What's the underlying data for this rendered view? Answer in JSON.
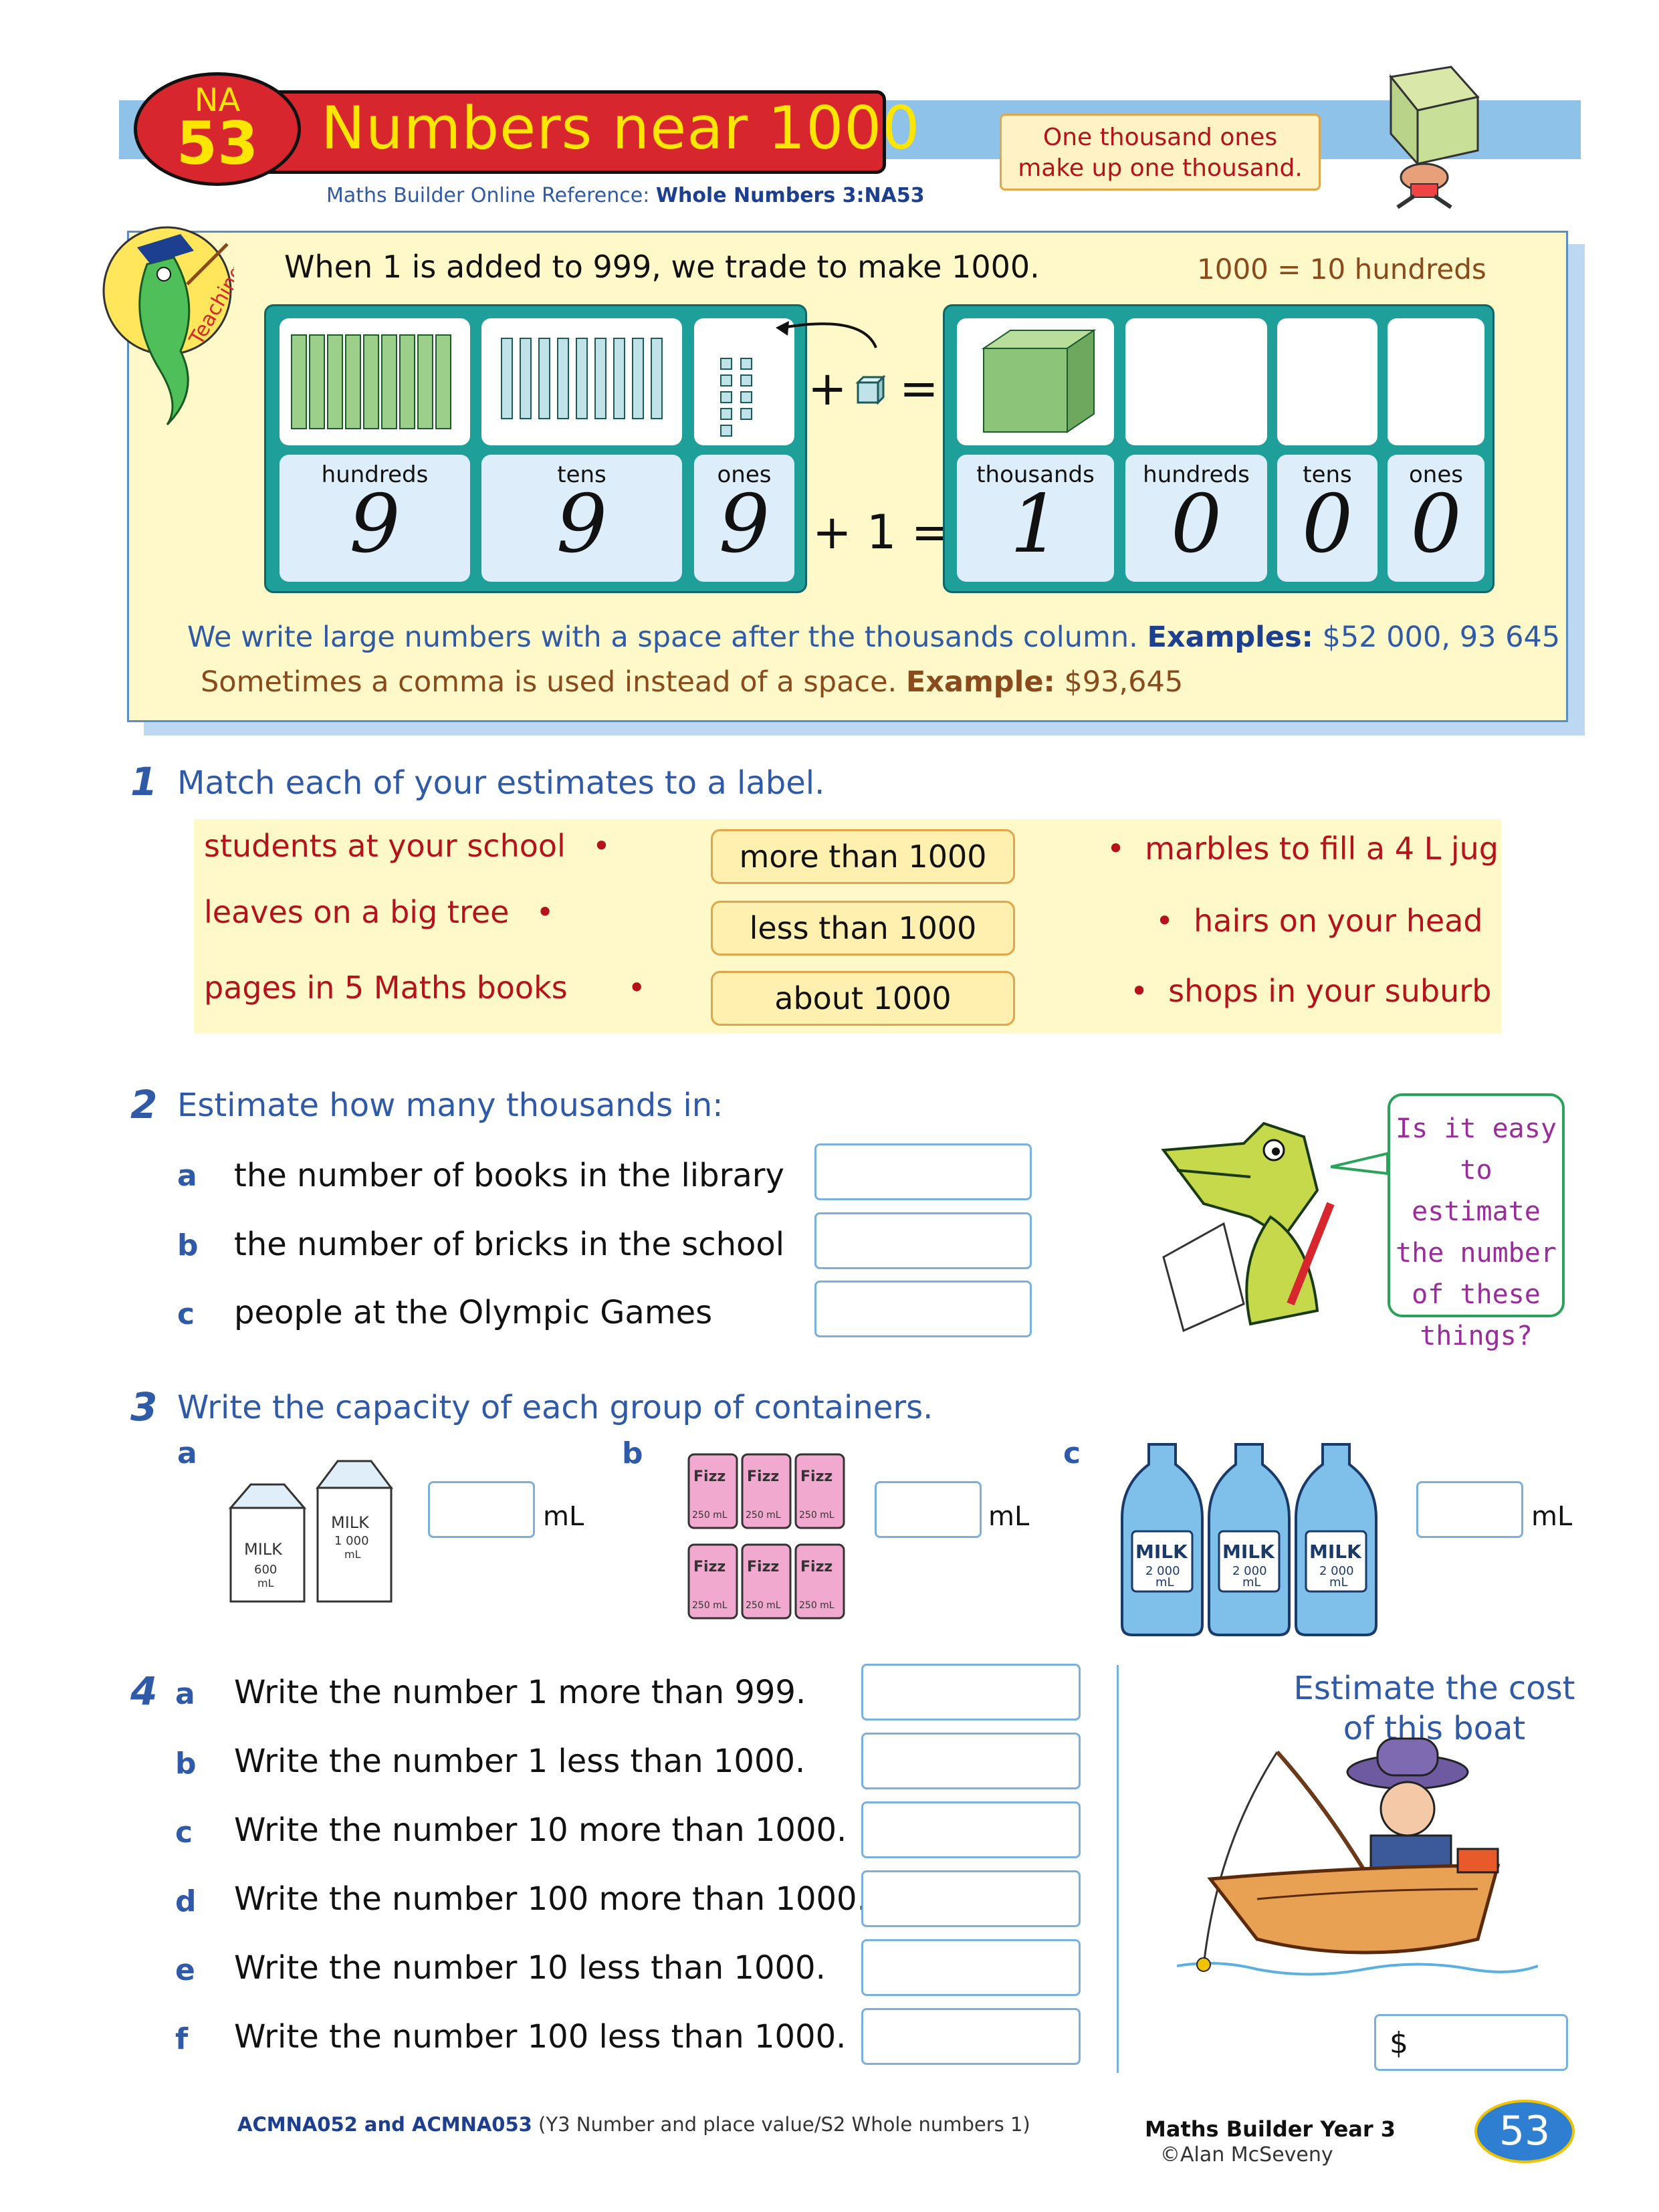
{
  "header": {
    "badge_prefix": "NA",
    "badge_number": "53",
    "title": "Numbers near 1000",
    "reference_prefix": "Maths Builder Online Reference: ",
    "reference_topic": "Whole Numbers 3:NA53",
    "note_line1": "One thousand ones",
    "note_line2": "make up one thousand.",
    "teaching_tab": "Teaching"
  },
  "teaching": {
    "intro": "When 1 is added to 999, we trade to make 1000.",
    "equivalence": "1000 = 10 hundreds",
    "left_columns": [
      {
        "label": "hundreds",
        "digit": "9"
      },
      {
        "label": "tens",
        "digit": "9"
      },
      {
        "label": "ones",
        "digit": "9"
      }
    ],
    "plus": "+",
    "equals": "=",
    "plus_one": "+ 1 =",
    "right_columns": [
      {
        "label": "thousands",
        "digit": "1"
      },
      {
        "label": "hundreds",
        "digit": "0"
      },
      {
        "label": "tens",
        "digit": "0"
      },
      {
        "label": "ones",
        "digit": "0"
      }
    ],
    "line1_text": "We write large numbers with a space after the thousands column. ",
    "line1_bold": "Examples:",
    "line1_examples": " $52 000, 93 645",
    "line2_text": "Sometimes a comma is used instead of a space. ",
    "line2_bold": "Example:",
    "line2_example": " $93,645"
  },
  "q1": {
    "number": "1",
    "text": "Match each of your estimates to a label.",
    "left_items": [
      "students at your school",
      "leaves on a big tree",
      "pages in 5 Maths books"
    ],
    "labels": [
      "more than  1000",
      "less than  1000",
      "about  1000"
    ],
    "right_items": [
      "marbles to fill a 4 L jug",
      "hairs on your head",
      "shops in your suburb"
    ],
    "bullet": "•"
  },
  "q2": {
    "number": "2",
    "text": "Estimate how many thousands in:",
    "items": [
      {
        "letter": "a",
        "text": "the number of books in the library"
      },
      {
        "letter": "b",
        "text": "the number of bricks in the school"
      },
      {
        "letter": "c",
        "text": "people at the Olympic Games"
      }
    ],
    "speech": [
      "Is it easy",
      "to estimate",
      "the number",
      "of these",
      "things?"
    ]
  },
  "q3": {
    "number": "3",
    "text": "Write the capacity of each group of containers.",
    "parts": [
      {
        "letter": "a",
        "unit": "mL"
      },
      {
        "letter": "b",
        "unit": "mL"
      },
      {
        "letter": "c",
        "unit": "mL"
      }
    ],
    "milk_small": "MILK",
    "milk_small_amt": "600",
    "milk_large": "MILK",
    "milk_large_amt": "1 000",
    "ml": "mL",
    "fizz": "Fizz",
    "fizz_amt": "250 mL",
    "bottle": "MILK",
    "bottle_amt": "2 000"
  },
  "q4": {
    "number": "4",
    "items": [
      {
        "letter": "a",
        "text": "Write the number 1 more than 999."
      },
      {
        "letter": "b",
        "text": "Write the number 1 less than 1000."
      },
      {
        "letter": "c",
        "text": "Write the number 10 more than 1000."
      },
      {
        "letter": "d",
        "text": "Write the number 100 more than 1000."
      },
      {
        "letter": "e",
        "text": "Write the number 10 less than 1000."
      },
      {
        "letter": "f",
        "text": "Write the number 100 less than 1000."
      }
    ],
    "boat_line1": "Estimate the cost",
    "boat_line2": "of this boat",
    "dollar": "$"
  },
  "footer": {
    "codes": "ACMNA052 and ACMNA053",
    "codes_desc": " (Y3 Number and place value/S2 Whole numbers 1)",
    "book": "Maths Builder Year 3",
    "copyright": "©Alan McSeveny",
    "page": "53"
  },
  "colors": {
    "title_red": "#d8262e",
    "title_yellow": "#ffe600",
    "heading_blue": "#2f5aa8",
    "panel_yellow": "#fff8c8",
    "board_teal": "#1e9f9a",
    "label_red": "#b5121b"
  }
}
